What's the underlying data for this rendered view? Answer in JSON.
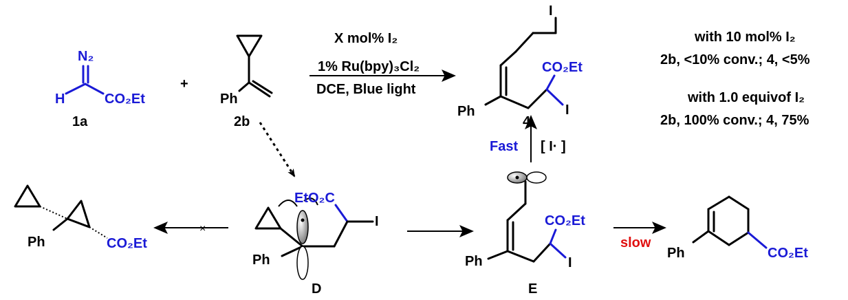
{
  "reactant_1a": {
    "n2": "N₂",
    "h": "H",
    "co2et": "CO₂Et",
    "label": "1a"
  },
  "plus": "+",
  "reactant_2b": {
    "ph": "Ph",
    "label": "2b"
  },
  "conditions": {
    "line1": "X mol% I₂",
    "line2": "1% Ru(bpy)₃Cl₂",
    "line3": "DCE, Blue light"
  },
  "product_4": {
    "i_top": "I",
    "co2et": "CO₂Et",
    "ph": "Ph",
    "i_side": "I",
    "label": "4"
  },
  "results": {
    "case1_title": "with 10 mol% I₂",
    "case1_result": "2b, <10% conv.; 4, <5%",
    "case2_title": "with 1.0 equivof I₂",
    "case2_result": "2b, 100% conv.; 4, 75%"
  },
  "step_E_to_4": {
    "fast": "Fast",
    "reagent": "[ I· ]"
  },
  "intermediate_D": {
    "eto2c": "EtO₂C",
    "i": "I",
    "ph": "Ph",
    "label": "D"
  },
  "cyclopropanation_product": {
    "ph": "Ph",
    "co2et": "CO₂Et",
    "blocked_mark": "×"
  },
  "intermediate_E": {
    "co2et": "CO₂Et",
    "ph": "Ph",
    "i": "I",
    "label": "E"
  },
  "step_E_to_cyclohexene": {
    "slow": "slow"
  },
  "cyclohexene_product": {
    "ph": "Ph",
    "co2et": "CO₂Et"
  },
  "colors": {
    "blue_text": "#1a1ad6",
    "red_text": "#e01010",
    "bond": "#000000"
  }
}
